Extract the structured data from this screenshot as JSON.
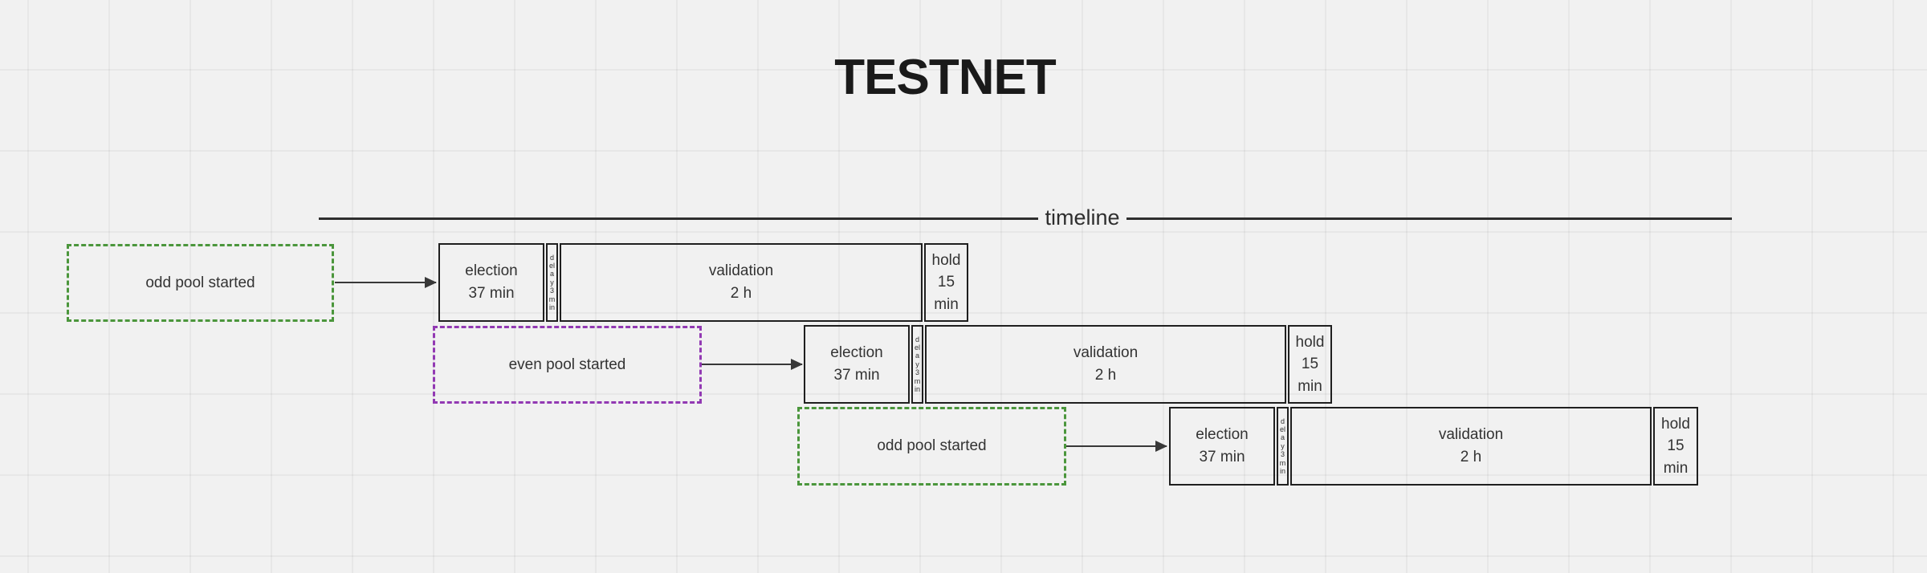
{
  "title": "TESTNET",
  "timeline_label": "timeline",
  "colors": {
    "background": "#f1f1f1",
    "odd_pool_accent": "#4b963c",
    "even_pool_accent": "#9239b3",
    "connector": "#383838",
    "box_border": "#1f1f1f",
    "text": "#333333"
  },
  "rows": [
    {
      "start_label": "odd pool started",
      "pool": "odd",
      "phases": [
        {
          "name": "election",
          "duration": "37 min"
        },
        {
          "name": "delay",
          "duration": "3 min"
        },
        {
          "name": "validation",
          "duration": "2 h"
        },
        {
          "name": "hold",
          "duration": "15 min"
        }
      ]
    },
    {
      "start_label": "even pool started",
      "pool": "even",
      "phases": [
        {
          "name": "election",
          "duration": "37 min"
        },
        {
          "name": "delay",
          "duration": "3 min"
        },
        {
          "name": "validation",
          "duration": "2 h"
        },
        {
          "name": "hold",
          "duration": "15 min"
        }
      ]
    },
    {
      "start_label": "odd pool started",
      "pool": "odd",
      "phases": [
        {
          "name": "election",
          "duration": "37 min"
        },
        {
          "name": "delay",
          "duration": "3 min"
        },
        {
          "name": "validation",
          "duration": "2 h"
        },
        {
          "name": "hold",
          "duration": "15 min"
        }
      ]
    }
  ]
}
